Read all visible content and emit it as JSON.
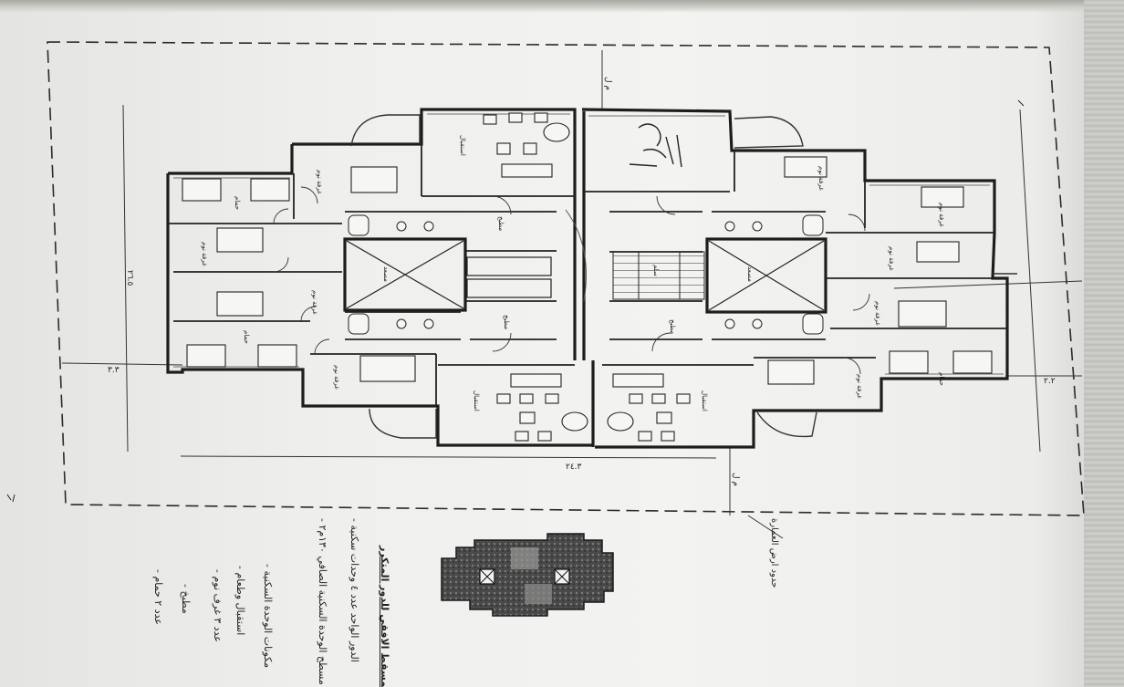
{
  "sheet": {
    "label_top_right": "",
    "dim_outer_length": "٢٦.٥",
    "dim_mid_length": "٢٤.٣",
    "dim_left_side": "٣.٣",
    "dim_right_side": "٢.٢",
    "axis_label_top": "م ل",
    "axis_label_bottom": "م ل",
    "site_boundary_label": "حدود ارض العمارة"
  },
  "legend": {
    "title": "المسقط الافقي للدور المتكرر",
    "lines": [
      "- الدور الواحد عدد ٤ وحدات سكنية",
      "- مسطح الوحدة السكنية الصافي ١٣٠م٢",
      "- مكونات الوحدة السكنية",
      "- استقبال وطعام",
      "- عدد ٣ غرف نوم",
      "- مطبخ",
      "- عدد ٢ حمام"
    ]
  },
  "labels": {
    "stair_note": "سلم",
    "elevator_note": "مصعد",
    "reception": "استقبال",
    "bedroom": "غرفة نوم",
    "bath": "حمام",
    "kitchen": "مطبخ"
  },
  "colors": {
    "ink": "#1d1d1d",
    "paper": "#f2f2f0",
    "keyplan_dark": "#2a2a2a",
    "keyplan_mid": "#6a6a6a"
  }
}
